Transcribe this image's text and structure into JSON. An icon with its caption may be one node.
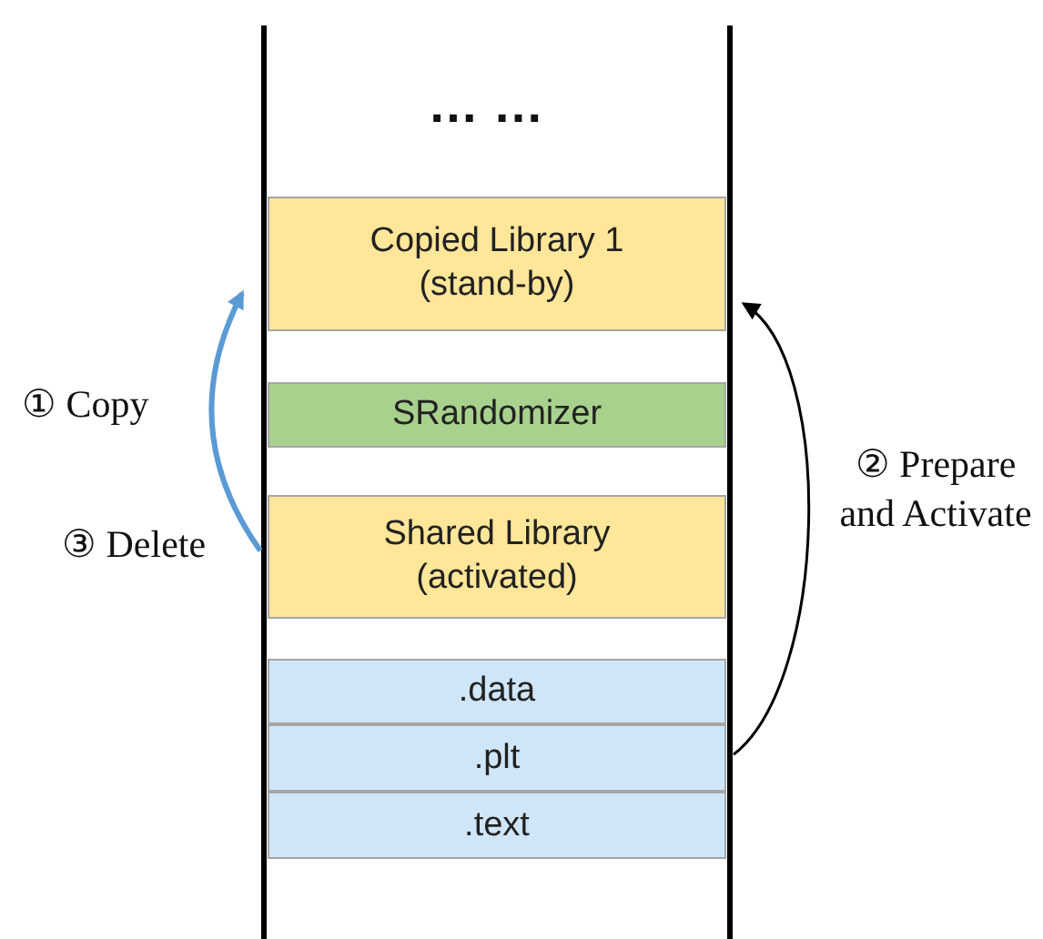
{
  "diagram": {
    "nodes": [
      {
        "text": [
          "Copied Library 1 (stand-by)"
        ]
      },
      {
        "text": [
          "SRandomizer"
        ]
      },
      {
        "text": [
          "Shared Library (activated)"
        ]
      },
      {
        "text": [
          ".data"
        ]
      },
      {
        "text": [
          ".plt"
        ]
      },
      {
        "text": [
          ".text"
        ]
      }
    ],
    "edges": [
      {
        "from": 2,
        "to": 0,
        "arrow": "to",
        "label": "① Copy",
        "color": "#5b9bd5",
        "style": "thick"
      },
      {
        "from": 4,
        "to": 0,
        "arrow": "to",
        "label": "② Prepare and Activate",
        "color": "#000000"
      }
    ],
    "labels": [
      "… …",
      "③ Delete"
    ]
  }
}
